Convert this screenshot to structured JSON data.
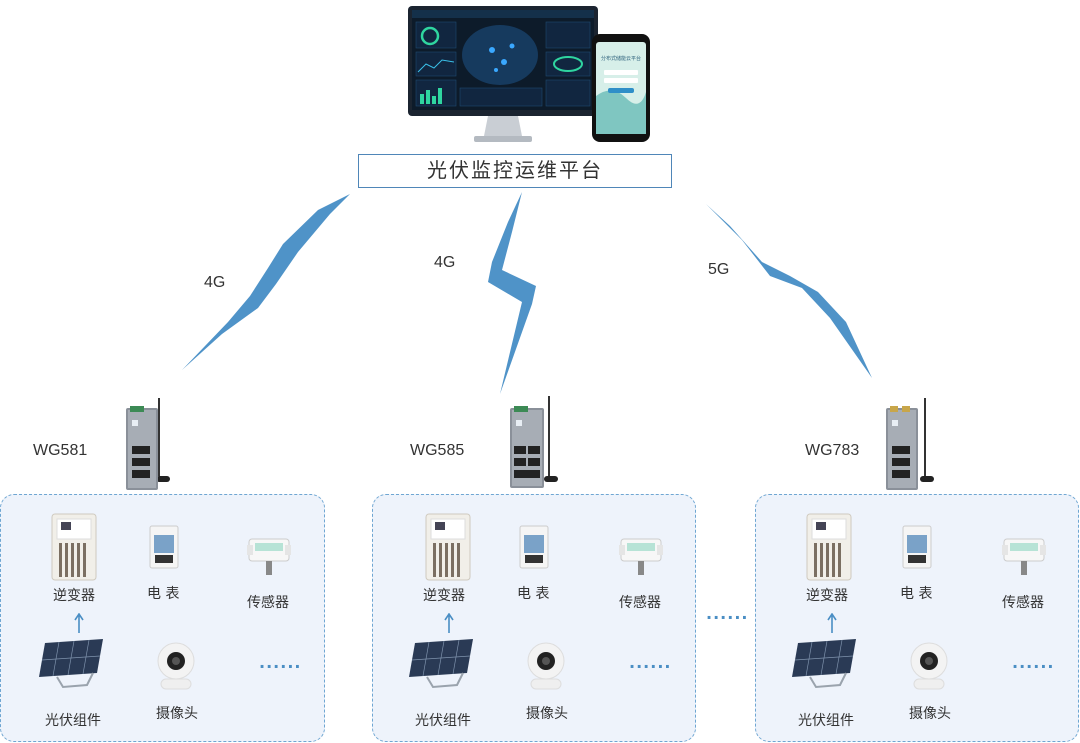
{
  "platform": {
    "title": "光伏监控运维平台",
    "phone_screen_title": "分布式储能云平台"
  },
  "links": [
    {
      "label": "4G"
    },
    {
      "label": "4G"
    },
    {
      "label": "5G"
    }
  ],
  "sites": [
    {
      "gateway": "WG581",
      "devices": {
        "inverter": "逆变器",
        "meter": "电  表",
        "sensor": "传感器",
        "pv": "光伏组件",
        "camera": "摄像头",
        "more": "......"
      }
    },
    {
      "gateway": "WG585",
      "devices": {
        "inverter": "逆变器",
        "meter": "电  表",
        "sensor": "传感器",
        "pv": "光伏组件",
        "camera": "摄像头",
        "more": "......"
      }
    },
    {
      "gateway": "WG783",
      "devices": {
        "inverter": "逆变器",
        "meter": "电  表",
        "sensor": "传感器",
        "pv": "光伏组件",
        "camera": "摄像头",
        "more": "......"
      }
    }
  ],
  "between_sites": "......",
  "colors": {
    "link": "#4f93c8",
    "site_border": "#6fa6d2",
    "site_fill": "#eef3fb",
    "title_border": "#4f86b8"
  }
}
